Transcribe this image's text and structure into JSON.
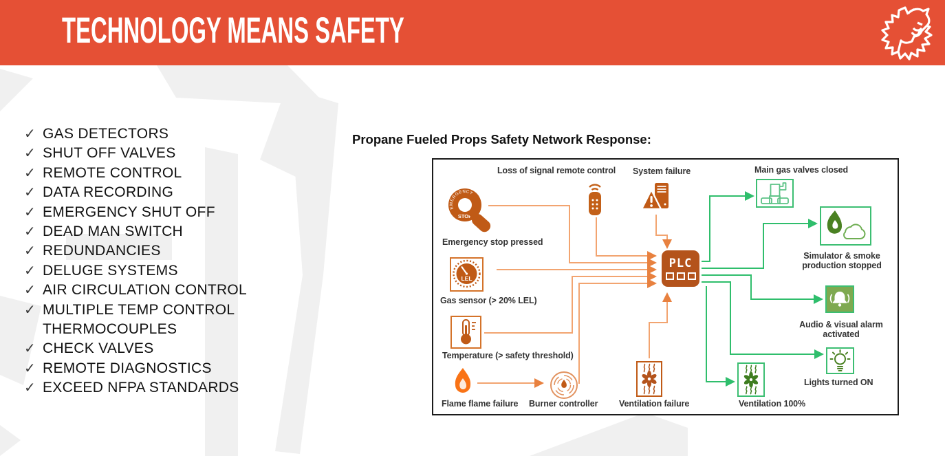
{
  "header": {
    "title": "TECHNOLOGY MEANS SAFETY",
    "brand_color": "#E55035",
    "logo": "lion-starburst-logo"
  },
  "checklist": {
    "checkmark": "✓",
    "items": [
      "GAS DETECTORS",
      "SHUT OFF VALVES",
      "REMOTE CONTROL",
      "DATA RECORDING",
      "EMERGENCY SHUT OFF",
      "DEAD MAN SWITCH",
      "REDUNDANCIES",
      "DELUGE SYSTEMS",
      "AIR CIRCULATION CONTROL",
      "MULTIPLE TEMP CONTROL THERMOCOUPLES",
      "CHECK VALVES",
      "REMOTE DIAGNOSTICS",
      "EXCEED NFPA STANDARDS"
    ]
  },
  "diagram": {
    "title": "Propane Fueled Props Safety Network Response:",
    "plc_label": "PLC",
    "micro": {
      "emergency": "EMERGENCY",
      "stop": "STOP",
      "lel": "LEL"
    },
    "inputs": [
      {
        "label": "Loss of signal remote control",
        "icon": "remote-control-icon"
      },
      {
        "label": "System failure",
        "icon": "system-failure-icon"
      },
      {
        "label": "Emergency stop pressed",
        "icon": "emergency-stop-icon"
      },
      {
        "label": "Gas sensor (> 20% LEL)",
        "icon": "gas-sensor-lel-icon"
      },
      {
        "label": "Temperature (> safety threshold)",
        "icon": "thermometer-icon"
      },
      {
        "label": "Flame flame failure",
        "icon": "flame-icon"
      },
      {
        "label": "Burner controller",
        "icon": "burner-controller-icon"
      },
      {
        "label": "Ventilation failure",
        "icon": "ventilation-fan-icon"
      }
    ],
    "outputs": [
      {
        "label": "Main gas valves closed",
        "icon": "gas-valve-icon"
      },
      {
        "label": "Simulator & smoke production stopped",
        "icon": "flame-cloud-icon"
      },
      {
        "label": "Audio & visual alarm activated",
        "icon": "alarm-bell-icon"
      },
      {
        "label": "Lights turned ON",
        "icon": "light-bulb-icon"
      },
      {
        "label": "Ventilation 100%",
        "icon": "ventilation-fan-icon"
      }
    ],
    "colors": {
      "input_icon": "#BF5A17",
      "input_line": "#F2A470",
      "output_line": "#2FBE6C",
      "output_box_border": "#3CBE72",
      "output_icon_green": "#4A8122"
    }
  }
}
